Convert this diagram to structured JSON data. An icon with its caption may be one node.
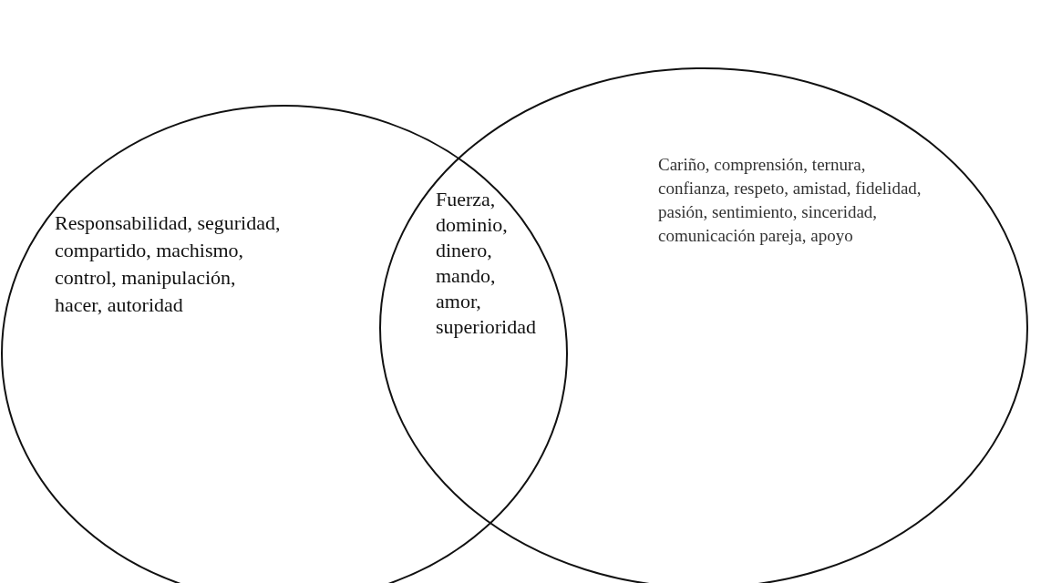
{
  "diagram": {
    "nodes": [
      {
        "text": [
          "Responsabilidad, seguridad, compartido, machismo, control, manipulación, hacer, autoridad"
        ]
      },
      {
        "text": [
          "Cariño, comprensión, ternura, confianza, respeto, amistad, fidelidad, pasión, sentimiento, sinceridad, comunicación pareja, apoyo"
        ]
      }
    ],
    "labels": [
      "Fuerza, dominio, dinero, mando, amor, superioridad"
    ]
  }
}
